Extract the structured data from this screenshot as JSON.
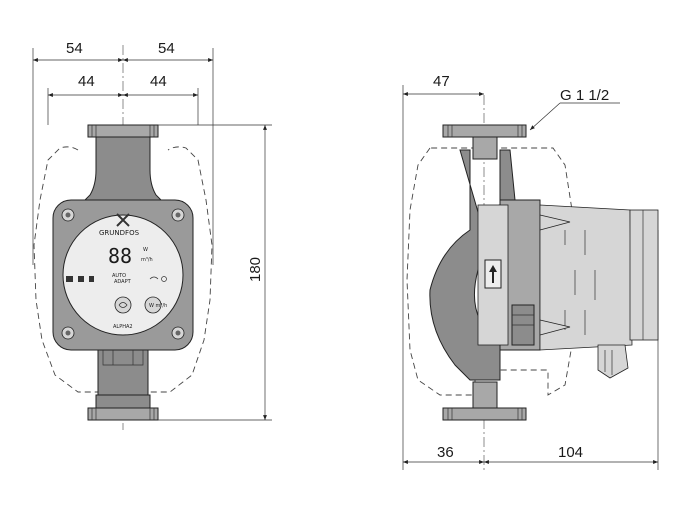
{
  "drawing": {
    "front_view": {
      "dim_top_left": "54",
      "dim_top_right": "54",
      "dim_inner_left": "44",
      "dim_inner_right": "44",
      "dim_height": "180",
      "panel": {
        "brand": "GRUNDFOS",
        "digits": "88",
        "unit_w": "W",
        "unit_flow": "m³/h",
        "auto_label": "AUTO",
        "adapt_label": "ADAPT",
        "model": "ALPHA2",
        "button_label": "W m³/h"
      }
    },
    "side_view": {
      "dim_top": "47",
      "thread_label": "G 1 1/2",
      "dim_bottom_left": "36",
      "dim_bottom_right": "104"
    }
  },
  "colors": {
    "line": "#222222",
    "body_fill": "#8c8c8c",
    "panel_face": "#ededed"
  }
}
